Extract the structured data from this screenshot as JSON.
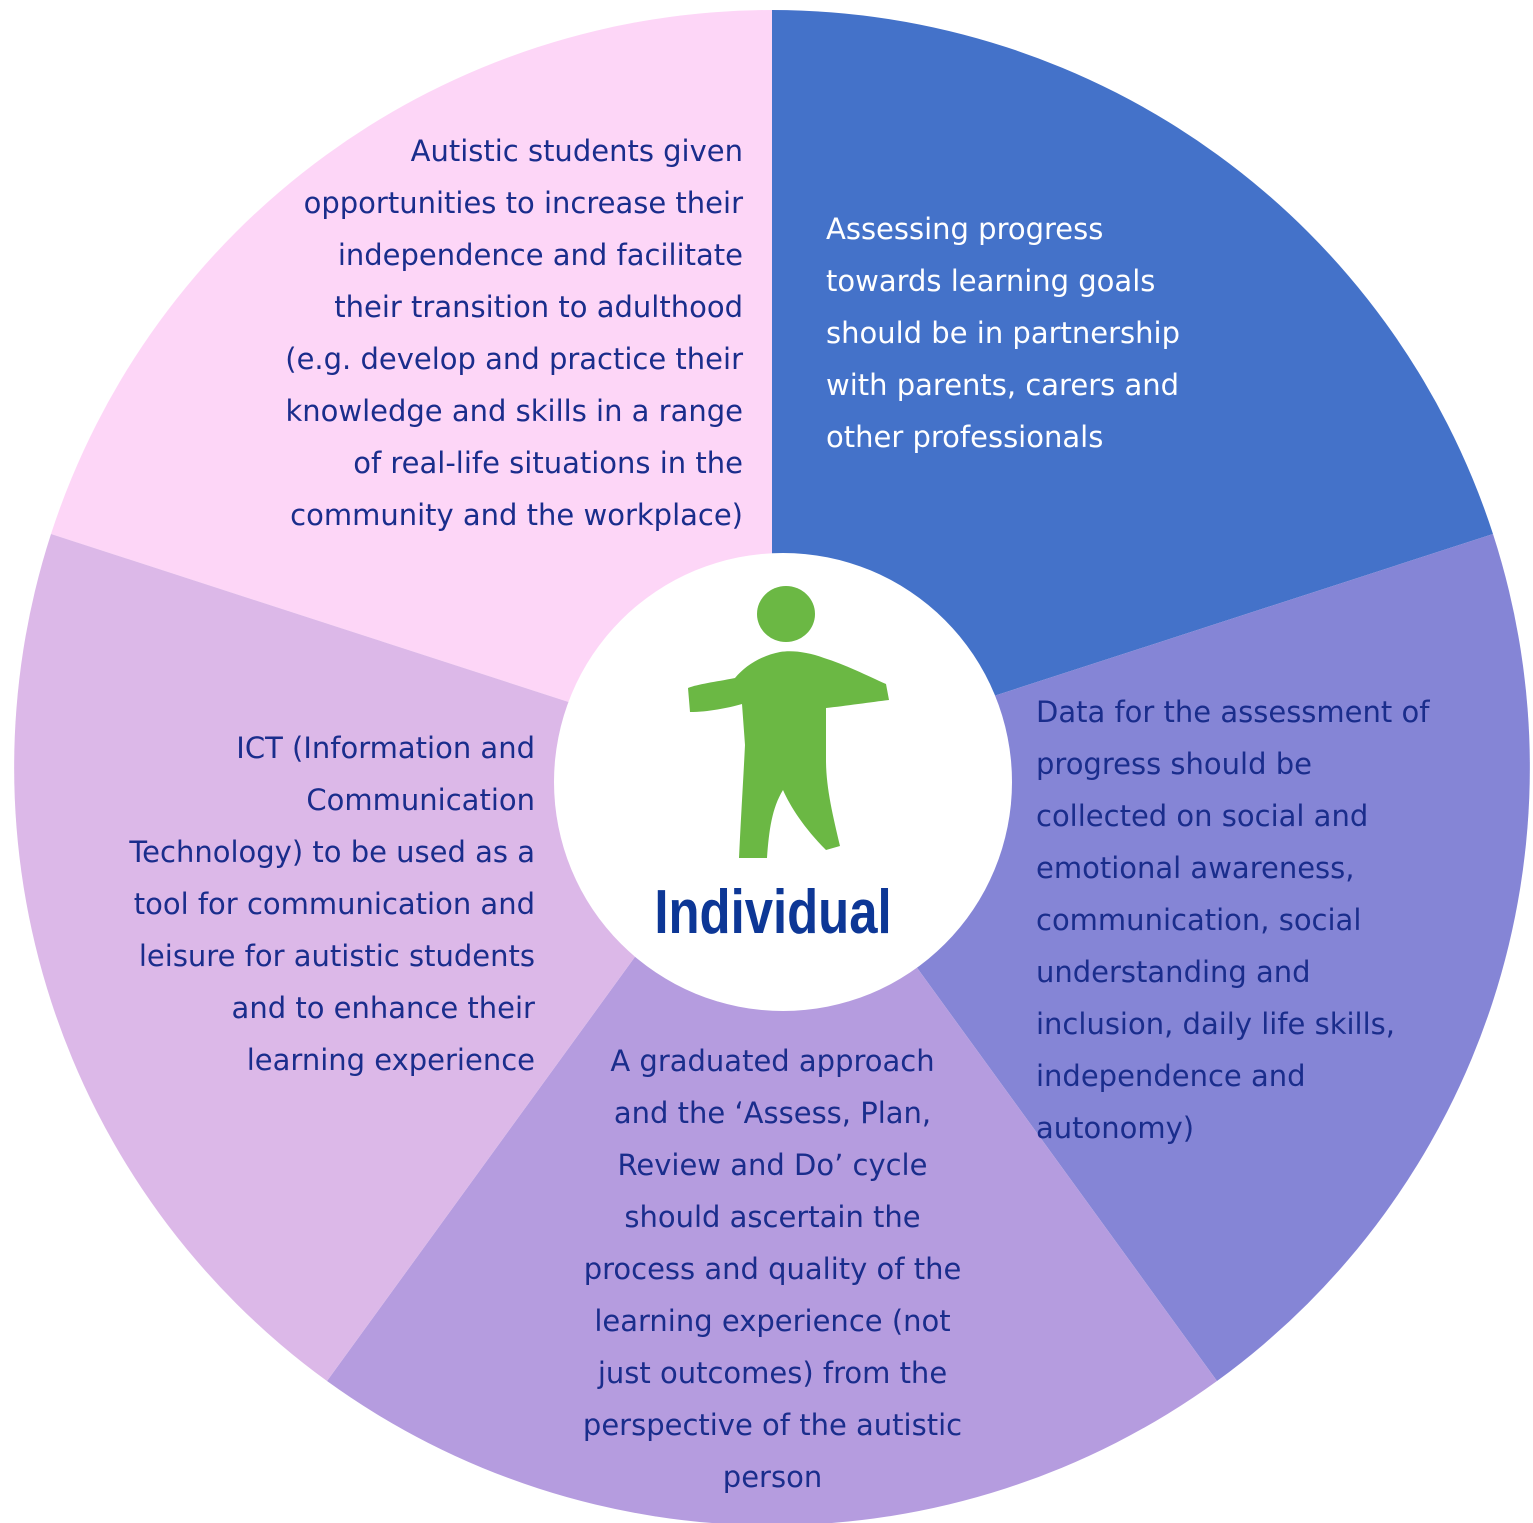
{
  "colors": {
    "top_left_segment": "#fdd6f7",
    "top_right_segment": "#4472c9",
    "right_segment": "#8585d6",
    "bottom_segment": "#b59cdf",
    "left_segment": "#dcb8e8",
    "hub": "#ffffff",
    "figure": "#6bb844",
    "dark_text": "#1a2d8c",
    "light_text": "#ffffff",
    "center_label": "#0d3796"
  },
  "figure_icon": "person-icon",
  "center": {
    "label": "Individual"
  },
  "segments": {
    "top_left": "Autistic students given\nopportunities to increase their\nindependence and facilitate\ntheir transition to adulthood\n(e.g. develop and practice their\nknowledge and skills in a range\nof real-life situations in the\ncommunity and the workplace)",
    "top_right": "Assessing progress\ntowards learning goals\nshould be in partnership\nwith parents, carers and\nother professionals",
    "right": "Data for the assessment of\nprogress should be\ncollected on social and\nemotional awareness,\ncommunication, social\nunderstanding and\ninclusion, daily life skills,\nindependence and\nautonomy)",
    "bottom": "A graduated approach\nand the ‘Assess, Plan,\nReview and Do’ cycle\nshould ascertain the\nprocess and quality of the\nlearning experience (not\njust outcomes) from the\nperspective of the autistic\nperson",
    "left": "ICT (Information and\nCommunication\nTechnology) to be used as a\ntool for communication and\nleisure for autistic students\nand to enhance their\nlearning experience"
  }
}
